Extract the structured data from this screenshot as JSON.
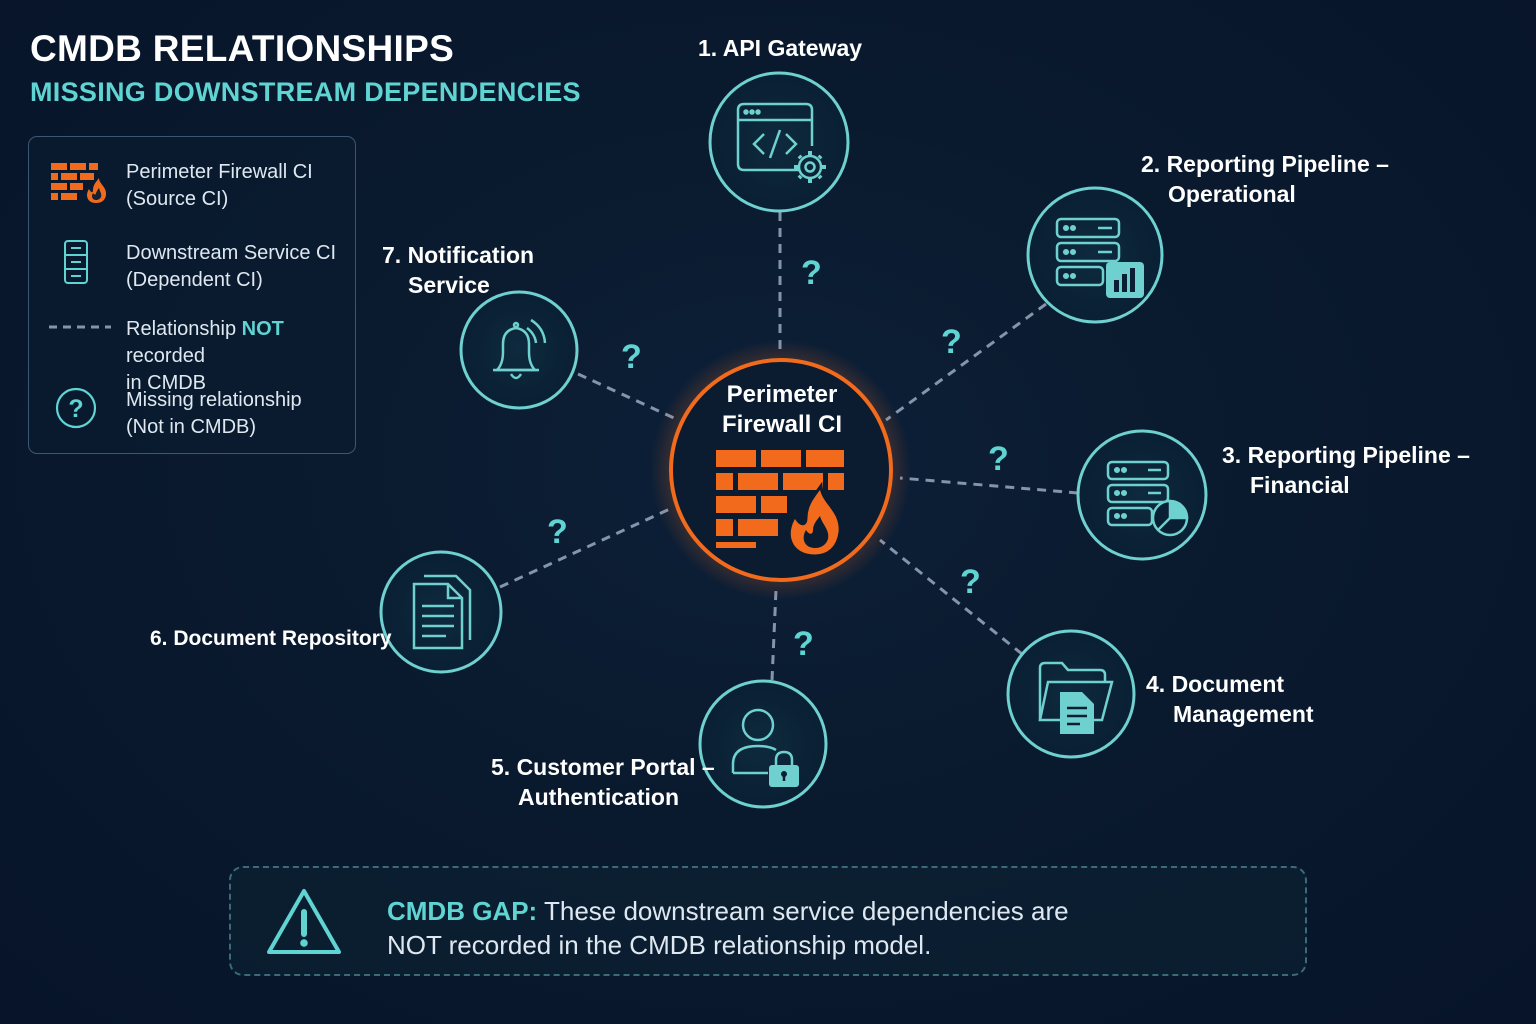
{
  "header": {
    "title": "CMDB RELATIONSHIPS",
    "subtitle": "MISSING DOWNSTREAM DEPENDENCIES"
  },
  "legend": {
    "items": [
      {
        "line1": "Perimeter Firewall CI",
        "line2": "(Source CI)",
        "icon": "firewall-icon"
      },
      {
        "line1": "Downstream Service CI",
        "line2": "(Dependent CI)",
        "icon": "server-icon"
      },
      {
        "line1_before": "Relationship",
        "line1_highlight": "NOT",
        "line1_after": "recorded",
        "line2": "in CMDB",
        "icon": "dashed-line-icon"
      },
      {
        "line1": "Missing relationship",
        "line2": "(Not in CMDB)",
        "icon": "question-circle-icon"
      }
    ]
  },
  "center": {
    "line1": "Perimeter",
    "line2": "Firewall CI",
    "icon": "firewall-fire-icon"
  },
  "nodes": [
    {
      "id": 1,
      "line1": "1. API Gateway",
      "line2": "",
      "icon": "code-window-gear-icon"
    },
    {
      "id": 2,
      "line1": "2. Reporting Pipeline –",
      "line2": "Operational",
      "icon": "server-bar-chart-icon"
    },
    {
      "id": 3,
      "line1": "3. Reporting Pipeline –",
      "line2": "Financial",
      "icon": "server-pie-chart-icon"
    },
    {
      "id": 4,
      "line1": "4. Document",
      "line2": "Management",
      "icon": "folder-document-icon"
    },
    {
      "id": 5,
      "line1": "5. Customer Portal –",
      "line2": "Authentication",
      "icon": "user-lock-icon"
    },
    {
      "id": 6,
      "line1": "6. Document Repository",
      "line2": "",
      "icon": "documents-icon"
    },
    {
      "id": 7,
      "line1": "7. Notification",
      "line2": "Service",
      "icon": "bell-icon"
    }
  ],
  "missing_marker": "?",
  "gap": {
    "lead": "CMDB GAP:",
    "line1": "These downstream service dependencies are",
    "line2": "NOT recorded in the CMDB relationship model.",
    "icon": "warning-triangle-icon"
  },
  "colors": {
    "background": "#0a1a2e",
    "accent_teal": "#5fd4d2",
    "firewall_orange": "#f26b1d",
    "dashed_line": "#8494ad"
  }
}
